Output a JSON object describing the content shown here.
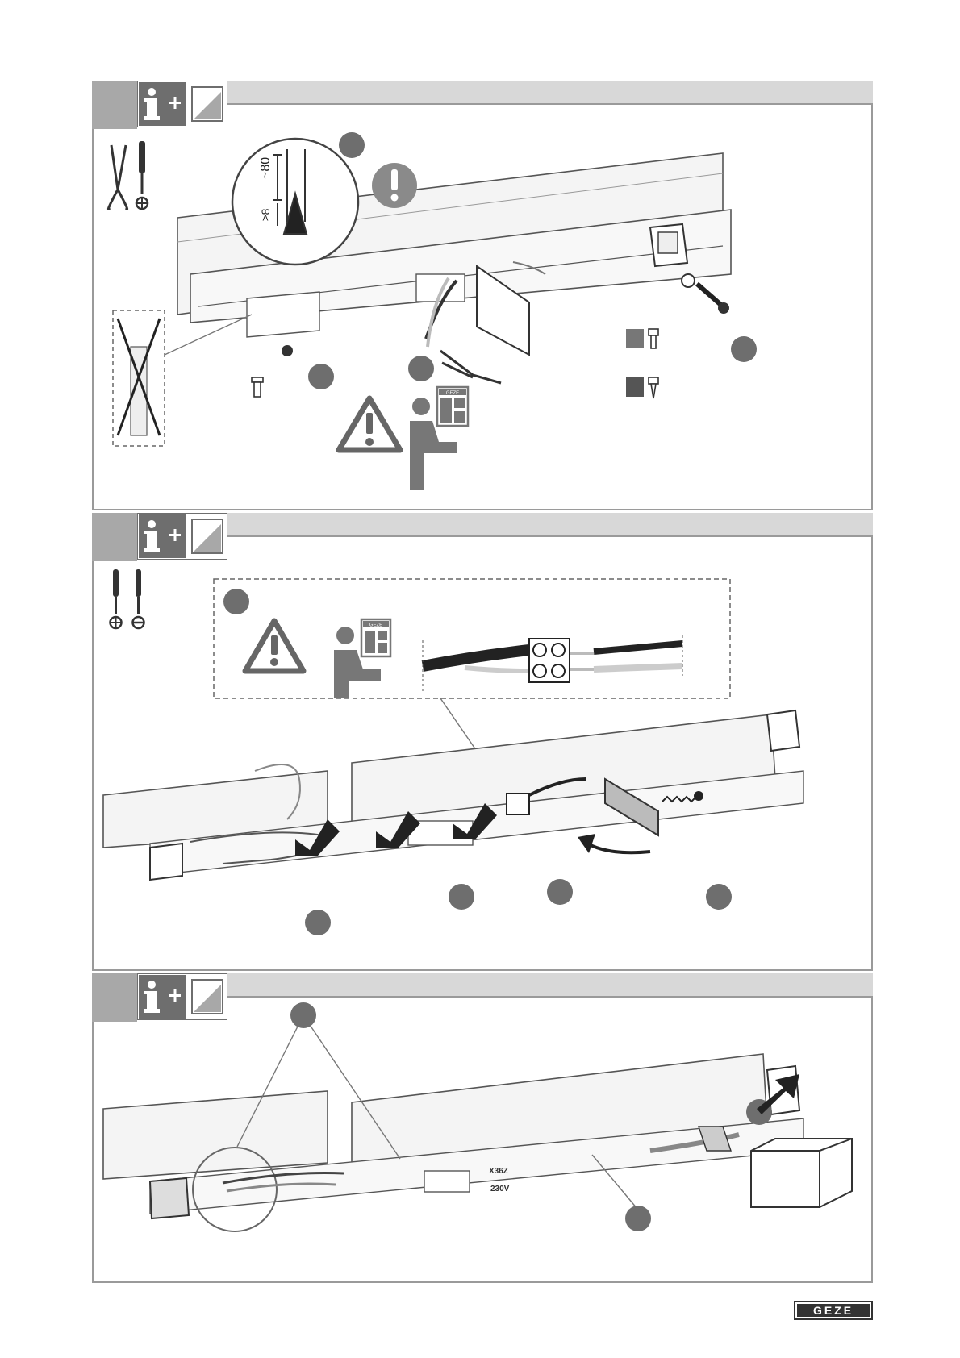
{
  "brand": {
    "logo_text": "GEZE"
  },
  "panels": [
    {
      "id": "panel-1",
      "detail": {
        "dim_upper": "~80",
        "dim_lower": "≥8"
      }
    },
    {
      "id": "panel-2",
      "manual_label": "GEZE"
    },
    {
      "id": "panel-3",
      "label_voltage": "230V",
      "label_type": "X36Z"
    }
  ],
  "panel1_manual_label": "GEZE",
  "colors": {
    "header": "#d8d8d8",
    "tab": "#a8a8a8",
    "border": "#9a9a9a",
    "callout": "#6e6e6e"
  },
  "icons": [
    "info-plus-icon",
    "page-icon",
    "pliers-icon",
    "screwdriver-icon",
    "warning-icon",
    "read-manual-icon",
    "screw-icon",
    "arrow-icon"
  ]
}
